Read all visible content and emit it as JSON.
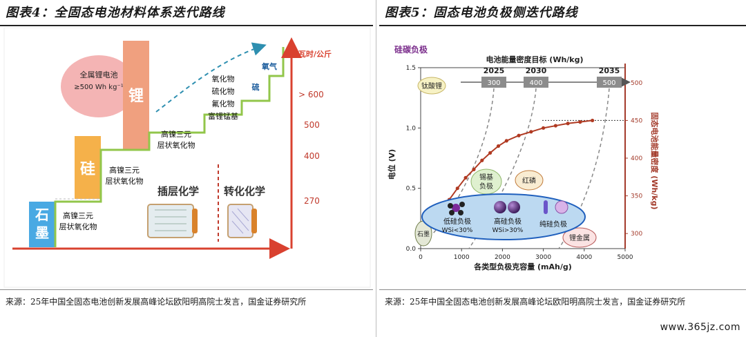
{
  "left": {
    "title": "图表4：全固态电池材料体系迭代路线",
    "source": "来源：25年中国全固态电池创新发展高峰论坛欧阳明高院士发言，国金证券研究所",
    "bubble": {
      "line1": "全属锂电池",
      "line2": "≥500 Wh kg⁻¹"
    },
    "anode_blocks": [
      "锂",
      "硅",
      "石墨"
    ],
    "cathode_steps": [
      "高镍三元层状氧化物",
      "高镍三元层状氧化物",
      "高镍三元层状氧化物"
    ],
    "top_materials": [
      "氧化物",
      "硫化物",
      "氟化物",
      "富锂锰基"
    ],
    "gas_labels": [
      "氧气",
      "硫"
    ],
    "unit": "瓦时/公斤",
    "y_values": [
      "> 600",
      "500",
      "400",
      "270"
    ],
    "chem_labels": [
      "插层化学",
      "转化化学"
    ],
    "colors": {
      "arrow": "#d9412f",
      "step": "#92c64a",
      "dash": "#2e8fb0",
      "lithium": "#f0a07f",
      "silicon": "#f5b14a",
      "graphite": "#49a9e3",
      "bubble": "#f4b4b4"
    }
  },
  "right": {
    "title": "图表5：固态电池负极侧迭代路线",
    "source": "来源：25年中国全固态电池创新发展高峰论坛欧阳明高院士发言，国金证券研究所",
    "watermark": "www.365jz.com",
    "label_si_c": "硅碳负极",
    "top_axis_title": "电池能量密度目标 (Wh/kg)",
    "years": [
      "2025",
      "2030",
      "2035"
    ],
    "targets": [
      "300",
      "400",
      "500"
    ],
    "ylabel_left": "电位 (V)",
    "ylabel_right": "固态电池能量密度 (Wh/kg)",
    "xlabel": "各类型负极克容量 (mAh/g)",
    "material_labels": {
      "titanate": "钛酸锂",
      "tin": "锡基负极",
      "p": "红磷",
      "graphite": "石墨",
      "li_metal": "锂金属",
      "low_si": "低硅负极",
      "low_si_sub": "WSi<30%",
      "high_si": "高硅负极",
      "high_si_sub": "WSi>30%",
      "pure_si": "纯硅负极"
    },
    "chart_data": {
      "type": "line",
      "title": "",
      "xlabel": "各类型负极克容量 (mAh/g)",
      "ylabel": "电位 (V)",
      "y2label": "固态电池能量密度 (Wh/kg)",
      "xlim": [
        0,
        5000
      ],
      "ylim": [
        0,
        1.5
      ],
      "y2lim": [
        280,
        520
      ],
      "x_ticks": [
        "0",
        "1000",
        "2000",
        "3000",
        "4000",
        "5000"
      ],
      "y_ticks": [
        "0.0",
        "0.5",
        "1.0",
        "1.5"
      ],
      "y2_ticks": [
        "300",
        "350",
        "400",
        "450",
        "500"
      ],
      "series": [
        {
          "x": [
            300,
            500,
            700,
            900,
            1100,
            1300,
            1500,
            1700,
            1900,
            2100,
            2400,
            2700,
            3000,
            3300,
            3600,
            3900,
            4200
          ],
          "y2": [
            309,
            330,
            345,
            360,
            374,
            385,
            397,
            407,
            416,
            423,
            430,
            435,
            440,
            443,
            446,
            448,
            450
          ]
        }
      ],
      "reference_line_y2": 450
    }
  }
}
